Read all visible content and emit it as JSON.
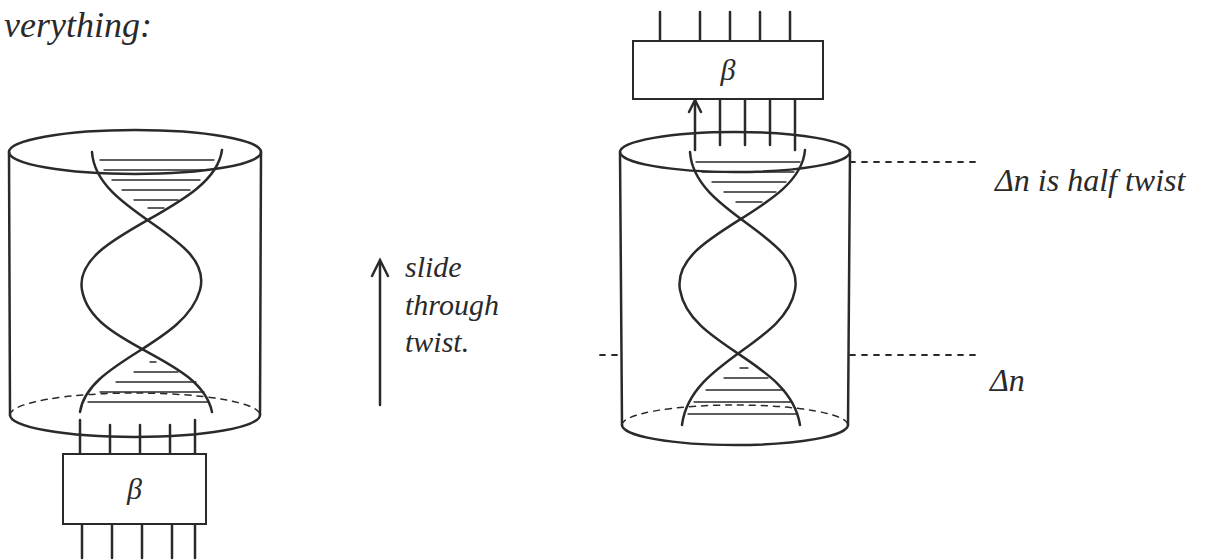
{
  "diagram": {
    "nodes": [
      {
        "text": [
          "β"
        ]
      },
      {
        "text": [
          "β"
        ]
      }
    ],
    "labels": [
      "verything:",
      "slide through twist.",
      "Δn is half twist",
      "Δn"
    ]
  }
}
